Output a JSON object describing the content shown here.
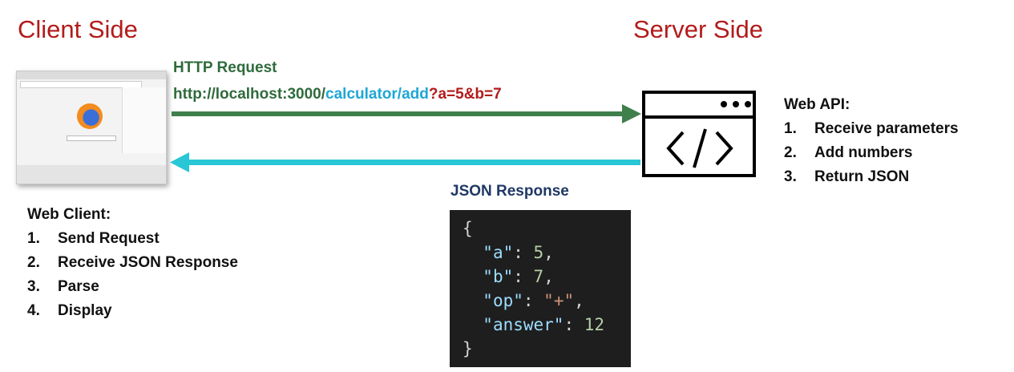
{
  "titles": {
    "client": "Client Side",
    "server": "Server Side"
  },
  "request": {
    "label": "HTTP Request",
    "url_base": "http://localhost:3000/",
    "url_path": "calculator/add",
    "url_query": "?a=5&b=7"
  },
  "web_api": {
    "title": "Web API:",
    "items": [
      "Receive parameters",
      "Add numbers",
      "Return JSON"
    ]
  },
  "web_client": {
    "title": "Web Client:",
    "items": [
      "Send Request",
      "Receive JSON Response",
      "Parse",
      "Display"
    ]
  },
  "response": {
    "label": "JSON Response",
    "lines": {
      "open": "{",
      "a_key": "\"a\"",
      "a_val": "5",
      "b_key": "\"b\"",
      "b_val": "7",
      "op_key": "\"op\"",
      "op_val": "\"+\"",
      "answer_key": "\"answer\"",
      "answer_val": "12",
      "close": "}"
    }
  },
  "colors": {
    "title_red": "#b31b1b",
    "request_arrow": "#3f7f4b",
    "response_arrow": "#29c6d6",
    "url_path": "#1ea7d6"
  },
  "icons": {
    "client": "web-browser-icon",
    "server": "code-window-icon"
  }
}
